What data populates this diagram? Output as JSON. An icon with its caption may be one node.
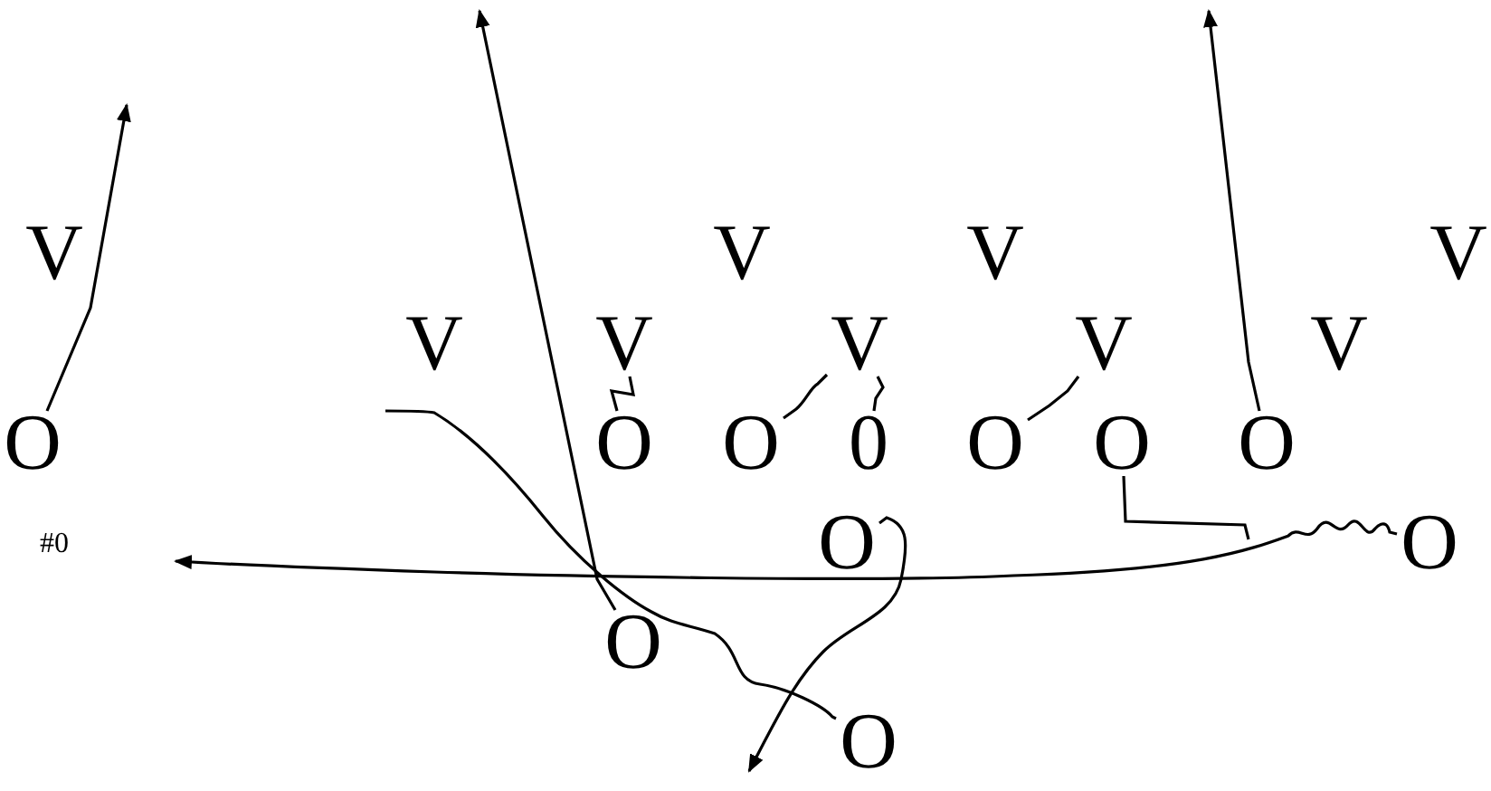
{
  "diagram": {
    "nodes": [
      {
        "text": [
          "V"
        ]
      },
      {
        "text": [
          "V"
        ]
      },
      {
        "text": [
          "V"
        ]
      },
      {
        "text": [
          "V"
        ]
      },
      {
        "text": [
          "V"
        ]
      },
      {
        "text": [
          "V"
        ]
      },
      {
        "text": [
          "V"
        ]
      },
      {
        "text": [
          "V"
        ]
      },
      {
        "text": [
          "V"
        ]
      },
      {
        "text": [
          "O"
        ]
      },
      {
        "text": [
          "O"
        ]
      },
      {
        "text": [
          "O"
        ]
      },
      {
        "text": [
          "0"
        ]
      },
      {
        "text": [
          "O"
        ]
      },
      {
        "text": [
          "O"
        ]
      },
      {
        "text": [
          "O"
        ]
      },
      {
        "text": [
          "O"
        ]
      },
      {
        "text": [
          "O"
        ]
      },
      {
        "text": [
          "O"
        ]
      },
      {
        "text": [
          "O"
        ]
      }
    ],
    "edges": [
      {
        "from": 9,
        "to": null,
        "arrow": "to"
      },
      {
        "from": 18,
        "to": null,
        "arrow": "to"
      },
      {
        "from": 15,
        "to": null,
        "arrow": "to"
      },
      {
        "from": 17,
        "to": null,
        "arrow": "to"
      },
      {
        "from": 16,
        "to": null,
        "arrow": "to"
      },
      {
        "from": 19,
        "to": null,
        "arrow": "none"
      },
      {
        "from": 10,
        "to": 5,
        "arrow": "none"
      },
      {
        "from": 11,
        "to": 6,
        "arrow": "none"
      },
      {
        "from": 12,
        "to": 6,
        "arrow": "none"
      },
      {
        "from": 13,
        "to": 7,
        "arrow": "none"
      },
      {
        "from": 14,
        "to": null,
        "arrow": "none"
      }
    ],
    "labels": [
      "#0"
    ]
  }
}
